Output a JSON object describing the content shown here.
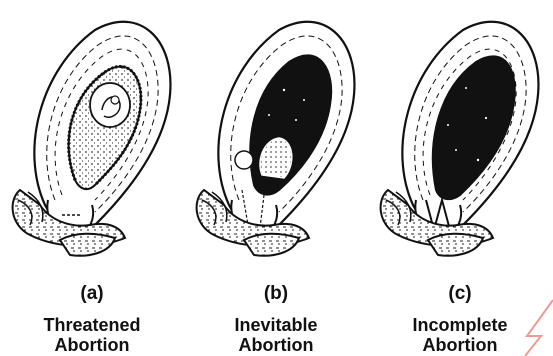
{
  "figure": {
    "panels": [
      {
        "letter": "(a)",
        "title_line1": "Threatened",
        "title_line2": "Abortion"
      },
      {
        "letter": "(b)",
        "title_line1": "Inevitable",
        "title_line2": "Abortion"
      },
      {
        "letter": "(c)",
        "title_line1": "Incomplete",
        "title_line2": "Abortion"
      }
    ],
    "colors": {
      "ink": "#111111",
      "paper": "#ffffff",
      "watermark": "#e8332a"
    }
  }
}
